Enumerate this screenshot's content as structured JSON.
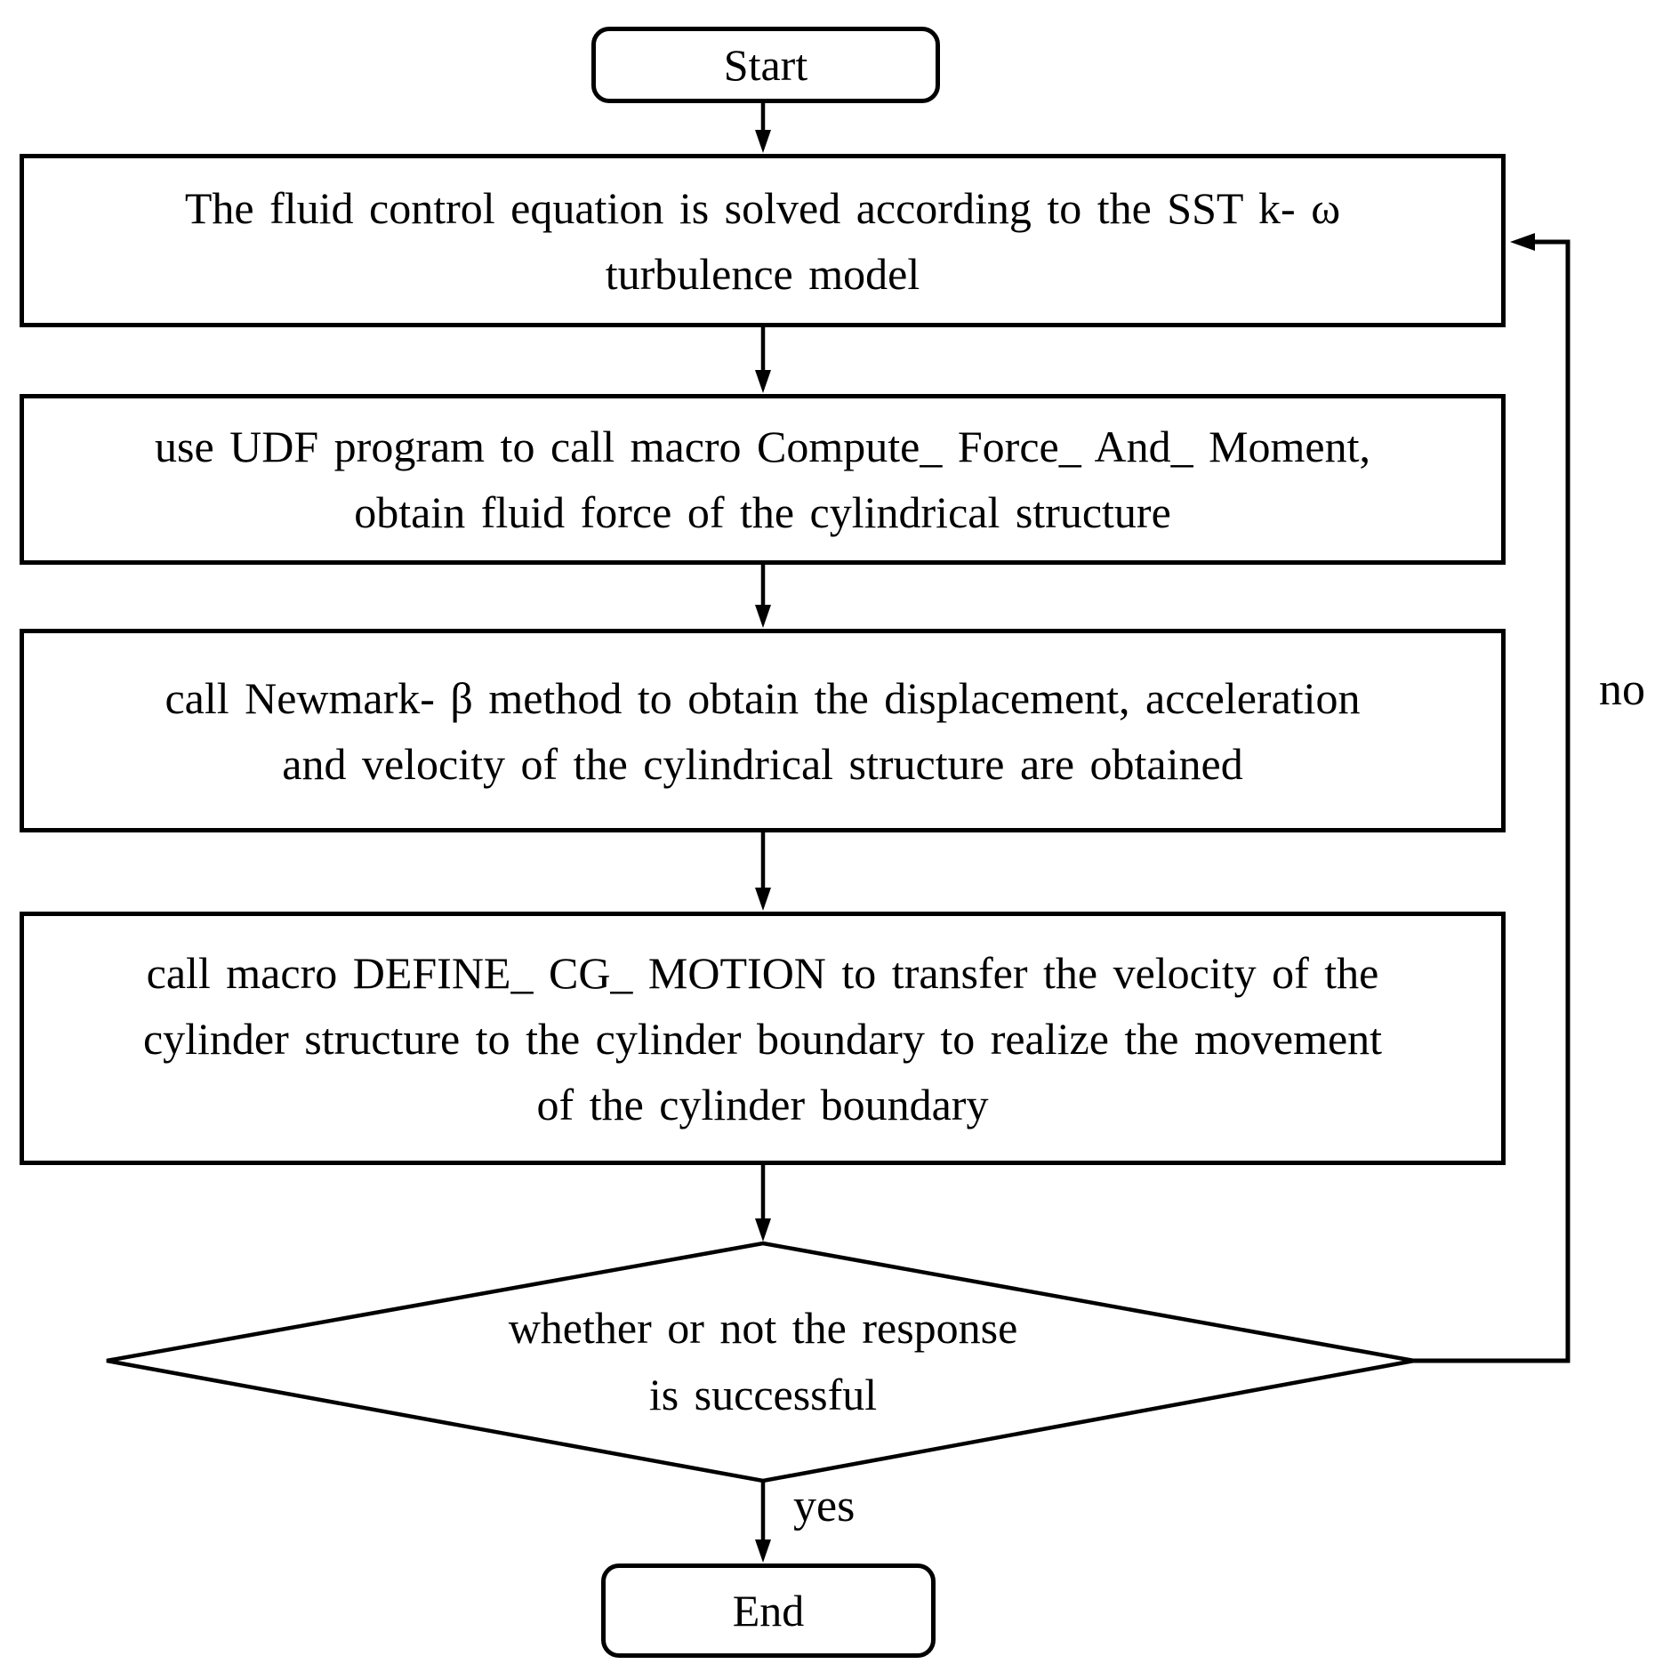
{
  "diagram": {
    "type": "flowchart",
    "background_color": "#ffffff",
    "line_color": "#000000",
    "nodes": {
      "start": {
        "shape": "rounded-rectangle",
        "label": "Start"
      },
      "step1": {
        "shape": "rectangle",
        "lines": [
          "The fluid control equation is solved according to the SST k- ω",
          "turbulence model"
        ]
      },
      "step2": {
        "shape": "rectangle",
        "lines": [
          "use UDF program to call macro Compute_ Force_ And_ Moment,",
          "obtain fluid force of the cylindrical structure"
        ]
      },
      "step3": {
        "shape": "rectangle",
        "lines": [
          "call Newmark- β method to obtain the displacement, acceleration",
          "and velocity of the cylindrical structure are obtained"
        ]
      },
      "step4": {
        "shape": "rectangle",
        "lines": [
          "call macro DEFINE_ CG_ MOTION to transfer the velocity of the",
          "cylinder structure to the cylinder boundary to realize the movement",
          "of the cylinder boundary"
        ]
      },
      "decision": {
        "shape": "diamond",
        "lines": [
          "whether or not the response",
          "is successful"
        ]
      },
      "end": {
        "shape": "rounded-rectangle",
        "label": "End"
      }
    },
    "edges": {
      "yes_label": "yes",
      "no_label": "no"
    }
  }
}
